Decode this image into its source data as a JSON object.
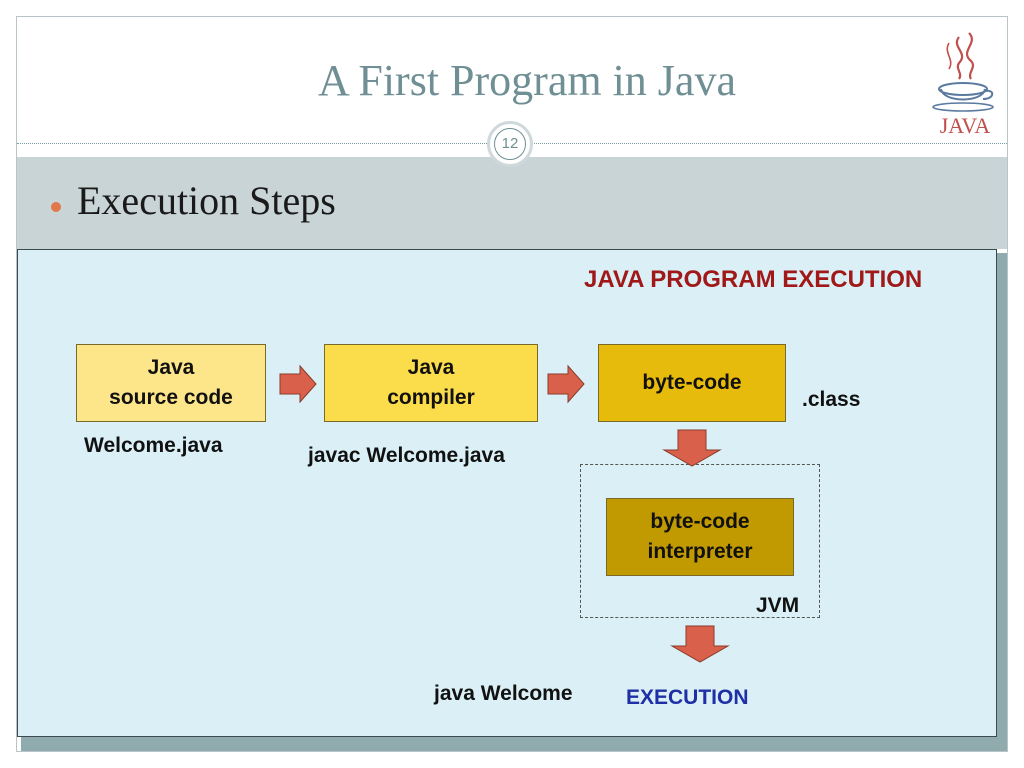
{
  "slide": {
    "title": "A First Program in Java",
    "slide_number": "12",
    "bullet": "Execution Steps",
    "logo_text": "JAVA"
  },
  "diagram": {
    "header": "JAVA PROGRAM EXECUTION",
    "boxes": {
      "source": {
        "line1": "Java",
        "line2": "source code"
      },
      "compiler": {
        "line1": "Java",
        "line2": "compiler"
      },
      "bytecode": {
        "line1": "byte-code"
      },
      "interpreter": {
        "line1": "byte-code",
        "line2": "interpreter"
      }
    },
    "labels": {
      "source_file": "Welcome.java",
      "compile_cmd": "javac Welcome.java",
      "class_ext": ".class",
      "jvm": "JVM",
      "run_cmd": "java Welcome",
      "execution": "EXECUTION"
    }
  },
  "colors": {
    "title": "#6f8f94",
    "box_light": "#fde58a",
    "box_mid": "#fbdc4a",
    "box_dark": "#e6bb0c",
    "box_interp": "#c09a00",
    "arrow": "#d9614b",
    "header_red": "#a01818",
    "execution_blue": "#1f2fa6"
  }
}
